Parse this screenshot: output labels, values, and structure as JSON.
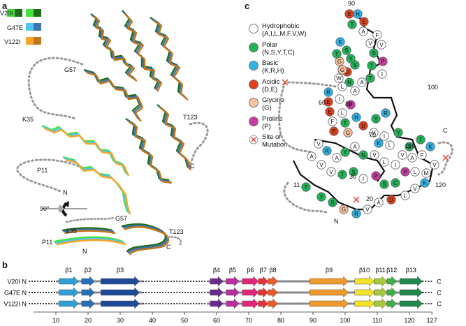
{
  "panel_a": {
    "letter": "a",
    "variants": [
      {
        "name": "V20I",
        "light": "#44e23a",
        "dark": "#1e6b1a"
      },
      {
        "name": "G47E",
        "light": "#4fc6ee",
        "dark": "#3d73b0"
      },
      {
        "name": "V122I",
        "light": "#f6a529",
        "dark": "#c2761a"
      }
    ],
    "labels": {
      "g57": "G57",
      "k35": "K35",
      "t123": "T123",
      "p11": "P11",
      "n": "N",
      "c": "C",
      "rot": "90°",
      "g57b": "G57",
      "l35": "L35",
      "t123b": "T123",
      "p11b": "P11",
      "nb": "N",
      "cb": "C"
    }
  },
  "panel_c": {
    "letter": "c",
    "legend": [
      {
        "name": "Hydrophobic",
        "sub": "(A,I,L,M,F,V,W)",
        "color": "#ffffff",
        "type": "circle"
      },
      {
        "name": "Polar",
        "sub": "(N,S,Y,T,C)",
        "color": "#22b35a",
        "type": "circle"
      },
      {
        "name": "Basic",
        "sub": "(K,R,H)",
        "color": "#2fb3e4",
        "type": "circle"
      },
      {
        "name": "Acidic",
        "sub": "(D,E)",
        "color": "#e0401e",
        "type": "circle"
      },
      {
        "name": "Glycine",
        "sub": "(G)",
        "color": "#f7c2a0",
        "type": "circle"
      },
      {
        "name": "Proline",
        "sub": "(P)",
        "color": "#c63b9f",
        "type": "circle"
      },
      {
        "name": "Site of",
        "sub": "Mutation",
        "color": "#e0401e",
        "type": "cross"
      }
    ],
    "numbers": [
      "90",
      "100",
      "60",
      "80",
      "70",
      "110",
      "C",
      "30",
      "120",
      "11",
      "20",
      "N"
    ],
    "residues": [
      {
        "l": "E",
        "t": "acidic"
      },
      {
        "l": "H",
        "t": "basic"
      },
      {
        "l": "E",
        "t": "acidic"
      },
      {
        "l": "T",
        "t": "polar"
      },
      {
        "l": "A",
        "t": "hydro"
      },
      {
        "l": "F",
        "t": "hydro"
      },
      {
        "l": "V",
        "t": "hydro"
      },
      {
        "l": "V",
        "t": "hydro"
      },
      {
        "l": "S",
        "t": "polar"
      },
      {
        "l": "P",
        "t": "proline"
      },
      {
        "l": "T",
        "t": "polar"
      },
      {
        "l": "I",
        "t": "hydro"
      },
      {
        "l": "T",
        "t": "polar"
      },
      {
        "l": "A",
        "t": "hydro"
      },
      {
        "l": "A",
        "t": "hydro"
      },
      {
        "l": "N",
        "t": "polar"
      },
      {
        "l": "L",
        "t": "hydro"
      },
      {
        "l": "W",
        "t": "hydro"
      },
      {
        "l": "D",
        "t": "acidic"
      },
      {
        "l": "S",
        "t": "polar"
      },
      {
        "l": "G",
        "t": "glycine"
      },
      {
        "l": "Y",
        "t": "polar"
      },
      {
        "l": "G",
        "t": "glycine"
      },
      {
        "l": "T",
        "t": "polar"
      },
      {
        "l": "S",
        "t": "polar"
      },
      {
        "l": "K",
        "t": "basic"
      },
      {
        "l": "R",
        "t": "basic"
      },
      {
        "l": "P",
        "t": "proline"
      },
      {
        "l": "E",
        "t": "acidic"
      },
      {
        "l": "I",
        "t": "hydro"
      },
      {
        "l": "E",
        "t": "acidic"
      },
      {
        "l": "L",
        "t": "hydro"
      },
      {
        "l": "F",
        "t": "hydro"
      },
      {
        "l": "T",
        "t": "polar"
      },
      {
        "l": "E",
        "t": "acidic"
      },
      {
        "l": "G",
        "t": "glycine"
      },
      {
        "l": "H",
        "t": "basic"
      },
      {
        "l": "D",
        "t": "acidic"
      },
      {
        "l": "Y",
        "t": "polar"
      },
      {
        "l": "R",
        "t": "basic"
      },
      {
        "l": "V",
        "t": "hydro"
      },
      {
        "l": "I",
        "t": "hydro"
      },
      {
        "l": "K",
        "t": "basic"
      },
      {
        "l": "L",
        "t": "hydro"
      },
      {
        "l": "Y",
        "t": "polar"
      },
      {
        "l": "S",
        "t": "polar"
      },
      {
        "l": "T",
        "t": "polar"
      },
      {
        "l": "K",
        "t": "basic"
      },
      {
        "l": "F",
        "t": "hydro"
      },
      {
        "l": "A",
        "t": "hydro"
      },
      {
        "l": "V",
        "t": "hydro"
      },
      {
        "l": "I",
        "t": "hydro"
      },
      {
        "l": "L",
        "t": "hydro"
      },
      {
        "l": "V",
        "t": "hydro"
      },
      {
        "l": "N",
        "t": "polar"
      },
      {
        "l": "A",
        "t": "hydro"
      },
      {
        "l": "Y",
        "t": "polar"
      },
      {
        "l": "A",
        "t": "hydro"
      },
      {
        "l": "R",
        "t": "basic"
      },
      {
        "l": "V",
        "t": "hydro"
      },
      {
        "l": "A",
        "t": "hydro"
      },
      {
        "l": "V",
        "t": "hydro"
      },
      {
        "l": "V",
        "t": "hydro"
      },
      {
        "l": "T",
        "t": "polar"
      },
      {
        "l": "S",
        "t": "polar"
      },
      {
        "l": "I",
        "t": "hydro"
      },
      {
        "l": "P",
        "t": "proline"
      },
      {
        "l": "S",
        "t": "polar"
      },
      {
        "l": "C",
        "t": "polar"
      },
      {
        "l": "P",
        "t": "proline"
      },
      {
        "l": "L",
        "t": "hydro"
      },
      {
        "l": "M",
        "t": "hydro"
      },
      {
        "l": "V",
        "t": "hydro"
      },
      {
        "l": "K",
        "t": "basic"
      },
      {
        "l": "V",
        "t": "hydro"
      },
      {
        "l": "L",
        "t": "hydro"
      },
      {
        "l": "D",
        "t": "acidic"
      },
      {
        "l": "A",
        "t": "hydro"
      },
      {
        "l": "V",
        "t": "hydro"
      },
      {
        "l": "R",
        "t": "basic"
      },
      {
        "l": "G",
        "t": "glycine"
      },
      {
        "l": "S",
        "t": "polar"
      },
      {
        "l": "Y",
        "t": "polar"
      },
      {
        "l": "T",
        "t": "polar"
      }
    ]
  },
  "panel_b": {
    "letter": "b",
    "rows": [
      "V20I N",
      "G47E N",
      "V122I N"
    ],
    "c_label": "C",
    "strands": [
      {
        "name": "β1",
        "start": 11,
        "end": 17,
        "color": "#2f9fd6"
      },
      {
        "name": "β2",
        "start": 18,
        "end": 22,
        "color": "#2770b8"
      },
      {
        "name": "β3",
        "start": 24,
        "end": 36,
        "color": "#1f4a9a"
      },
      {
        "name": "β4",
        "start": 58,
        "end": 62,
        "color": "#6b2b8c"
      },
      {
        "name": "β5",
        "start": 63,
        "end": 67,
        "color": "#b82fa0"
      },
      {
        "name": "β6",
        "start": 68,
        "end": 73,
        "color": "#e0277a"
      },
      {
        "name": "β7",
        "start": 73,
        "end": 76,
        "color": "#e4333a"
      },
      {
        "name": "β8",
        "start": 76,
        "end": 79,
        "color": "#ea5a2a"
      },
      {
        "name": "β9",
        "start": 89,
        "end": 101,
        "color": "#ef9a2e"
      },
      {
        "name": "β10",
        "start": 103,
        "end": 109,
        "color": "#f2e22a"
      },
      {
        "name": "β11",
        "start": 109,
        "end": 113,
        "color": "#a7c83a"
      },
      {
        "name": "β12",
        "start": 113,
        "end": 116,
        "color": "#3fae49"
      },
      {
        "name": "β13",
        "start": 117,
        "end": 124,
        "color": "#1f8a4c"
      }
    ],
    "axis": {
      "ticks": [
        "10",
        "20",
        "30",
        "40",
        "50",
        "60",
        "70",
        "80",
        "90",
        "100",
        "110",
        "120",
        "127"
      ]
    }
  }
}
